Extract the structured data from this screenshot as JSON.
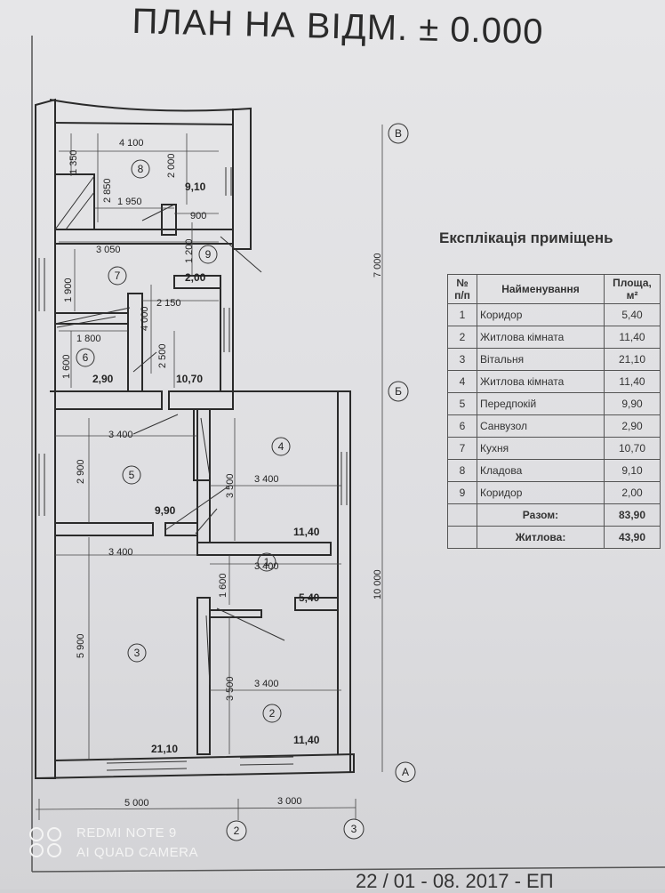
{
  "title": "ПЛАН НА ВІДМ. ± 0.000",
  "explication": {
    "title": "Експлікація приміщень",
    "headers": {
      "num": "№ п/п",
      "name": "Найменування",
      "area": "Площа, м²"
    },
    "rows": [
      {
        "num": "1",
        "name": "Коридор",
        "area": "5,40"
      },
      {
        "num": "2",
        "name": "Житлова кімната",
        "area": "11,40"
      },
      {
        "num": "3",
        "name": "Вітальня",
        "area": "21,10"
      },
      {
        "num": "4",
        "name": "Житлова кімната",
        "area": "11,40"
      },
      {
        "num": "5",
        "name": "Передпокій",
        "area": "9,90"
      },
      {
        "num": "6",
        "name": "Санвузол",
        "area": "2,90"
      },
      {
        "num": "7",
        "name": "Кухня",
        "area": "10,70"
      },
      {
        "num": "8",
        "name": "Кладова",
        "area": "9,10"
      },
      {
        "num": "9",
        "name": "Коридор",
        "area": "2,00"
      }
    ],
    "total_label": "Разом:",
    "total_value": "83,90",
    "living_label": "Житлова:",
    "living_value": "43,90"
  },
  "plan": {
    "room_numbers": [
      "1",
      "2",
      "3",
      "4",
      "5",
      "6",
      "7",
      "8",
      "9"
    ],
    "room_areas": {
      "r1": "5,40",
      "r2": "11,40",
      "r3": "21,10",
      "r4": "11,40",
      "r5": "9,90",
      "r6": "2,90",
      "r7": "10,70",
      "r8": "9,10",
      "r9": "2,00"
    },
    "dimensions": {
      "d4100": "4 100",
      "d1350": "1 350",
      "d2850": "2 850",
      "d2000a": "2 000",
      "d1950": "1 950",
      "d900": "900",
      "d1200": "1 200",
      "d3050": "3 050",
      "d1900": "1 900",
      "d4000": "4 000",
      "d2150": "2 150",
      "d1800": "1 800",
      "d1600a": "1 600",
      "d2500": "2 500",
      "d3400a": "3 400",
      "d2900": "2 900",
      "d3500a": "3 500",
      "d3400b": "3 400",
      "d3400c": "3 400",
      "d3400d": "3 400",
      "d1600b": "1 600",
      "d5900": "5 900",
      "d3500b": "3 500",
      "d3400e": "3 400",
      "d7000": "7 000",
      "d10000": "10 000",
      "d5000": "5 000",
      "d3000": "3 000"
    },
    "axes": {
      "B_top": "В",
      "B_mid": "Б",
      "A": "А",
      "n2": "2",
      "n3": "3"
    }
  },
  "watermark": {
    "line1": "REDMI NOTE 9",
    "line2": "AI QUAD CAMERA"
  },
  "stamp": "22 / 01 - 08. 2017 - ЕП"
}
